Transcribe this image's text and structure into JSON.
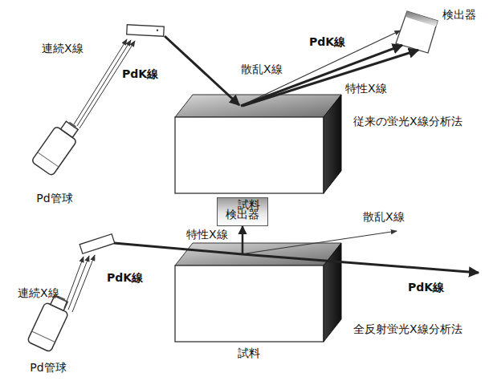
{
  "diagram": {
    "nodes": [
      {
        "text": [
          "Pd管球"
        ]
      },
      {
        "text": [
          "試料"
        ]
      },
      {
        "text": [
          "検出器"
        ]
      },
      {
        "text": [
          "Pd管球"
        ]
      },
      {
        "text": [
          "試料"
        ]
      },
      {
        "text": [
          "検出器"
        ]
      }
    ],
    "edges": [
      {
        "from": 1,
        "to": 2,
        "arrow": "to"
      },
      {
        "from": 1,
        "to": 2,
        "arrow": "to"
      },
      {
        "from": 1,
        "to": 2,
        "arrow": "to"
      },
      {
        "from": 4,
        "to": 5,
        "arrow": "to"
      }
    ],
    "labels": [
      "連続X線",
      "PdK線",
      "散乱X線",
      "PdK線",
      "特性X線",
      "従来の蛍光X線分析法",
      "特性X線",
      "散乱X線",
      "連続X線",
      "PdK線",
      "PdK線",
      "全反射蛍光X線分析法"
    ]
  }
}
